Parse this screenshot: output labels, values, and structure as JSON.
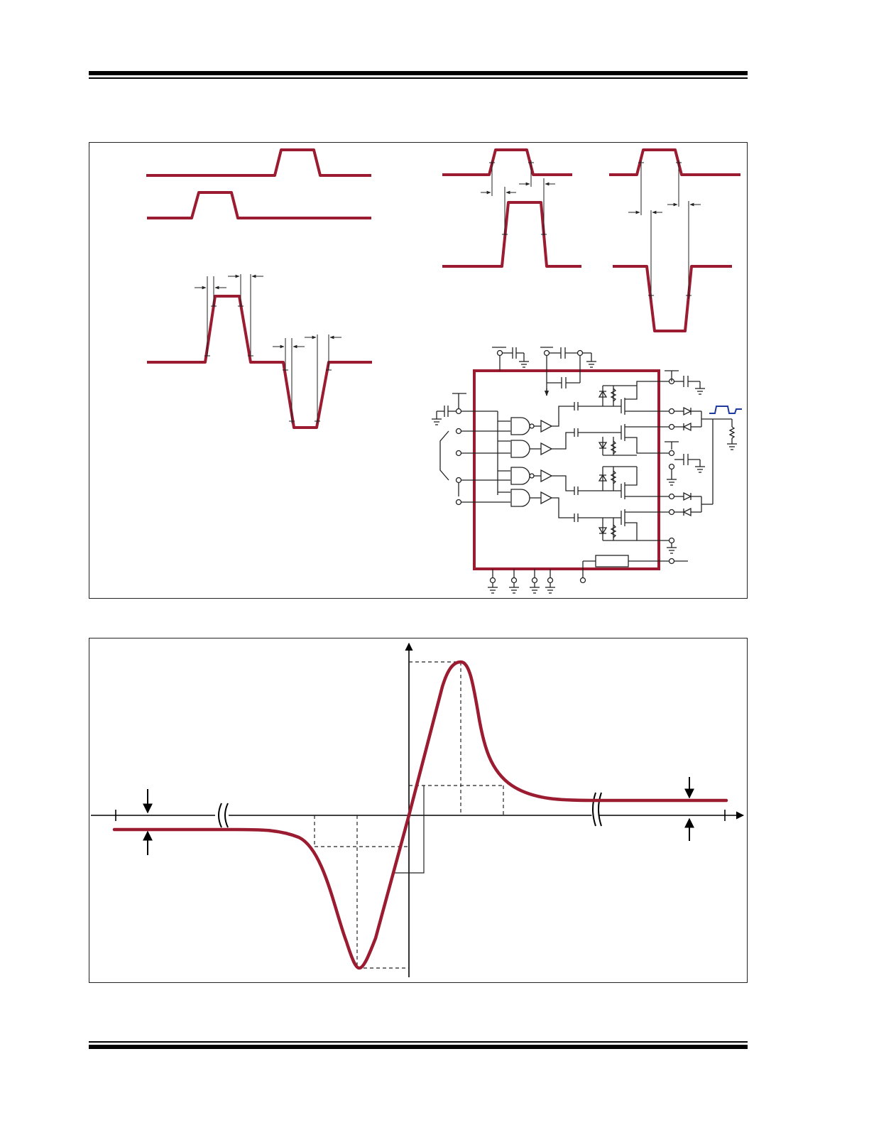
{
  "page": {
    "header_rule": "top",
    "footer_rule": "bottom"
  },
  "colors": {
    "waveform": "#9b1b30",
    "schematic": "#222222",
    "ic_outline": "#9b1b30",
    "output_pulse": "#1f3a9e",
    "dashed": "#222222"
  },
  "panels": [
    {
      "id": "timing-and-schematic",
      "contents": [
        "input-waveforms",
        "skew-waveforms",
        "propagation-delay-waveforms",
        "block-schematic"
      ]
    },
    {
      "id": "pulse-response",
      "contents": [
        "bipolar-pulse-curve",
        "axes",
        "dashed-guides",
        "baseline-arrows"
      ]
    }
  ]
}
